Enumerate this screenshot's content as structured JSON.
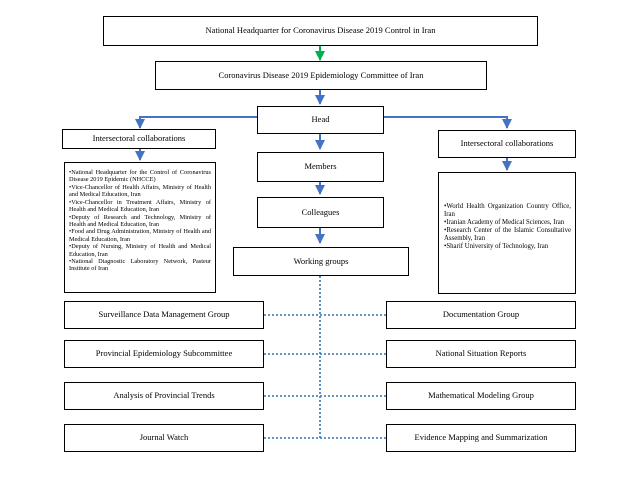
{
  "colors": {
    "arrow_blue": "#4472c4",
    "arrow_green": "#00b050",
    "dotted_blue": "#2e75b6"
  },
  "diagram": {
    "top": "National Headquarter for Coronavirus Disease 2019 Control in Iran",
    "committee": "Coronavirus Disease 2019 Epidemiology  Committee of Iran",
    "head": "Head",
    "members": "Members",
    "colleagues": "Colleagues",
    "working_groups": "Working groups",
    "left_collab": {
      "title": "Intersectoral collaborations",
      "items": [
        "•National Headquarter for the Control of Coronavirus Disease 2019 Epidemic (NHCCE)",
        "•Vice-Chancellor of Health Affairs, Ministry of Health and Medical Education, Iran",
        "•Vice-Chancellor in Treatment Affairs, Ministry of Health and Medical Education, Iran",
        "•Deputy of Research and Technology, Ministry of Health and Medical Education, Iran",
        "•Food and Drug Administration, Ministry of Health and Medical Education, Iran",
        "•Deputy of Nursing, Ministry of Health and Medical Education, Iran",
        "•National Diagnostic Laboratory Network, Pasteur Institute of Iran"
      ]
    },
    "right_collab": {
      "title": "Intersectoral collaborations",
      "items": [
        "•World Health Organization Country Office, Iran",
        "•Iranian Academy of Medical Sciences, Iran",
        "•Research Center of the Islamic Consultative Assembly, Iran",
        "•Sharif University of Technology, Iran"
      ]
    },
    "groups_left": [
      "Surveillance Data Management Group",
      "Provincial Epidemiology  Subcommittee",
      "Analysis of Provincial Trends",
      "Journal Watch"
    ],
    "groups_right": [
      "Documentation Group",
      "National Situation Reports",
      "Mathematical Modeling Group",
      "Evidence Mapping and Summarization"
    ]
  }
}
